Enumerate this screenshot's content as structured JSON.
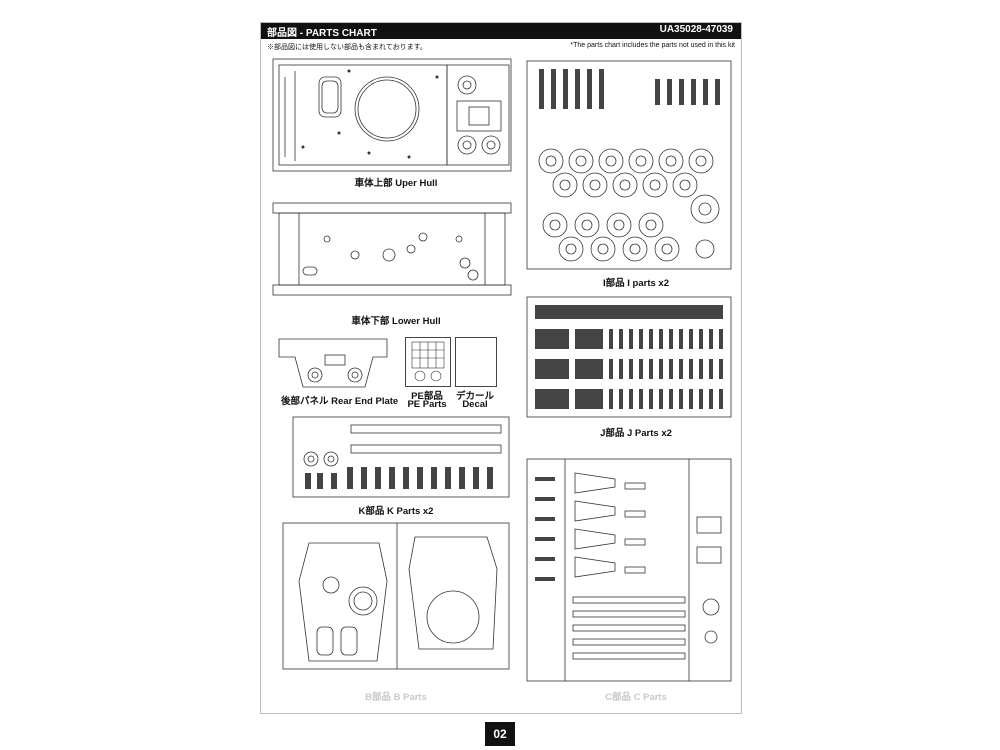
{
  "header": {
    "title": "部品図 - PARTS CHART",
    "code": "UA35028-47039"
  },
  "notes": {
    "japanese": "※部品図には使用しない部品も含まれております。",
    "english": "*The parts chart includes the parts not used in this kit"
  },
  "captions": {
    "upper_hull": "車体上部 Uper Hull",
    "lower_hull": "車体下部 Lower Hull",
    "rear_plate": "後部パネル Rear End Plate",
    "pe_line1": "PE部品",
    "pe_line2": "PE Parts",
    "decal_line1": "デカール",
    "decal_line2": "Decal",
    "i_parts": "I部品 I parts x2",
    "j_parts": "J部品 J Parts x2",
    "k_parts": "K部品 K Parts x2",
    "b_parts": "B部品 B Parts",
    "c_parts": "C部品 C Parts"
  },
  "page_number": "02"
}
